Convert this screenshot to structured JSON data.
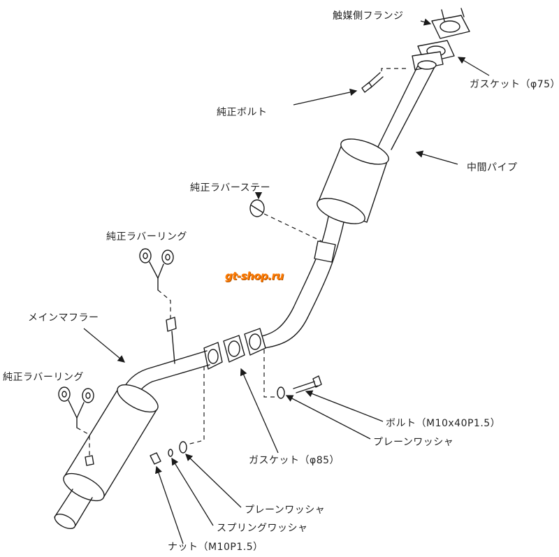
{
  "labels": {
    "cat_flange": "触媒側フランジ",
    "gasket_75": "ガスケット（φ75）",
    "oem_bolt": "純正ボルト",
    "center_pipe": "中間パイプ",
    "oem_rubber_stay": "純正ラバーステー",
    "oem_rubber_ring_upper": "純正ラバーリング",
    "main_muffler": "メインマフラー",
    "oem_rubber_ring_lower": "純正ラバーリング",
    "bolt_m10": "ボルト（M10x40P1.5）",
    "plain_washer_right": "プレーンワッシャ",
    "gasket_85": "ガスケット（φ85）",
    "plain_washer_bottom": "プレーンワッシャ",
    "spring_washer": "スプリングワッシャ",
    "nut_m10": "ナット（M10P1.5）"
  },
  "watermark": "gt-shop.ru",
  "colors": {
    "line": "#1a1a1a",
    "watermark": "#ff7a00"
  }
}
